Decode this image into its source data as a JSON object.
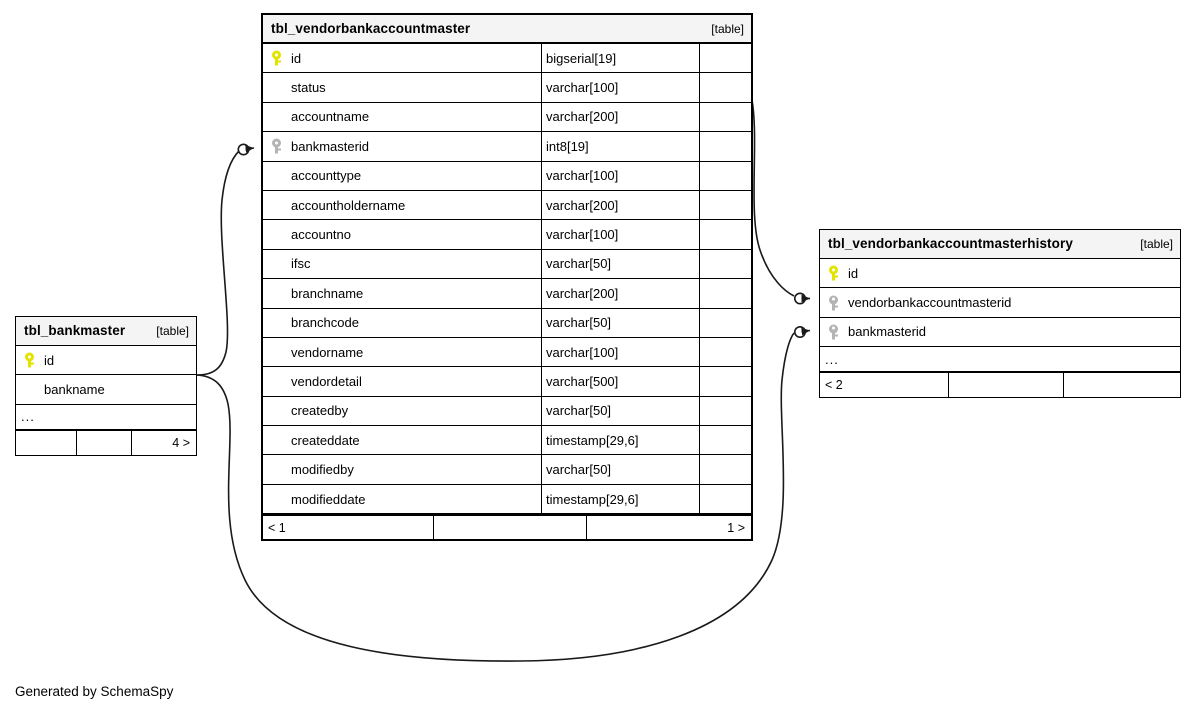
{
  "diagram": {
    "attribution": "Generated by SchemaSpy",
    "table_tag": "[table]",
    "ellipsis": "..."
  },
  "tables": {
    "vendorbankaccountmaster": {
      "title": "tbl_vendorbankaccountmaster",
      "tag": "[table]",
      "columns": [
        {
          "name": "id",
          "type": "bigserial[19]",
          "key": "primary"
        },
        {
          "name": "status",
          "type": "varchar[100]",
          "key": "none"
        },
        {
          "name": "accountname",
          "type": "varchar[200]",
          "key": "none"
        },
        {
          "name": "bankmasterid",
          "type": "int8[19]",
          "key": "foreign"
        },
        {
          "name": "accounttype",
          "type": "varchar[100]",
          "key": "none"
        },
        {
          "name": "accountholdername",
          "type": "varchar[200]",
          "key": "none"
        },
        {
          "name": "accountno",
          "type": "varchar[100]",
          "key": "none"
        },
        {
          "name": "ifsc",
          "type": "varchar[50]",
          "key": "none"
        },
        {
          "name": "branchname",
          "type": "varchar[200]",
          "key": "none"
        },
        {
          "name": "branchcode",
          "type": "varchar[50]",
          "key": "none"
        },
        {
          "name": "vendorname",
          "type": "varchar[100]",
          "key": "none"
        },
        {
          "name": "vendordetail",
          "type": "varchar[500]",
          "key": "none"
        },
        {
          "name": "createdby",
          "type": "varchar[50]",
          "key": "none"
        },
        {
          "name": "createddate",
          "type": "timestamp[29,6]",
          "key": "none"
        },
        {
          "name": "modifiedby",
          "type": "varchar[50]",
          "key": "none"
        },
        {
          "name": "modifieddate",
          "type": "timestamp[29,6]",
          "key": "none"
        }
      ],
      "footer": {
        "left": "< 1",
        "middle": "",
        "right": "1 >"
      }
    },
    "bankmaster": {
      "title": "tbl_bankmaster",
      "tag": "[table]",
      "columns": [
        {
          "name": "id",
          "key": "primary"
        },
        {
          "name": "bankname",
          "key": "none"
        }
      ],
      "ellipsis": "...",
      "footer": {
        "left": "",
        "middle": "",
        "right": "4 >"
      }
    },
    "vendorbankaccountmasterhistory": {
      "title": "tbl_vendorbankaccountmasterhistory",
      "tag": "[table]",
      "columns": [
        {
          "name": "id",
          "key": "primary"
        },
        {
          "name": "vendorbankaccountmasterid",
          "key": "foreign"
        },
        {
          "name": "bankmasterid",
          "key": "foreign"
        }
      ],
      "ellipsis": "...",
      "footer": {
        "left": "< 2",
        "middle": "",
        "right": ""
      }
    }
  },
  "relationships": [
    {
      "id": "rel-bankmaster-to-vendorbankaccountmaster",
      "from_table": "tbl_bankmaster",
      "from_column": "id",
      "to_table": "tbl_vendorbankaccountmaster",
      "to_column": "bankmasterid"
    },
    {
      "id": "rel-vendorbankaccountmaster-to-history",
      "from_table": "tbl_vendorbankaccountmaster",
      "from_column": "id",
      "to_table": "tbl_vendorbankaccountmasterhistory",
      "to_column": "vendorbankaccountmasterid"
    },
    {
      "id": "rel-bankmaster-to-history",
      "from_table": "tbl_bankmaster",
      "from_column": "id",
      "to_table": "tbl_vendorbankaccountmasterhistory",
      "to_column": "bankmasterid"
    }
  ],
  "colors": {
    "primary_key": "#e3e300",
    "foreign_key": "#b4b4b4",
    "header_background": "#f4f4f4",
    "border": "#000000",
    "page_background": "#ffffff"
  }
}
